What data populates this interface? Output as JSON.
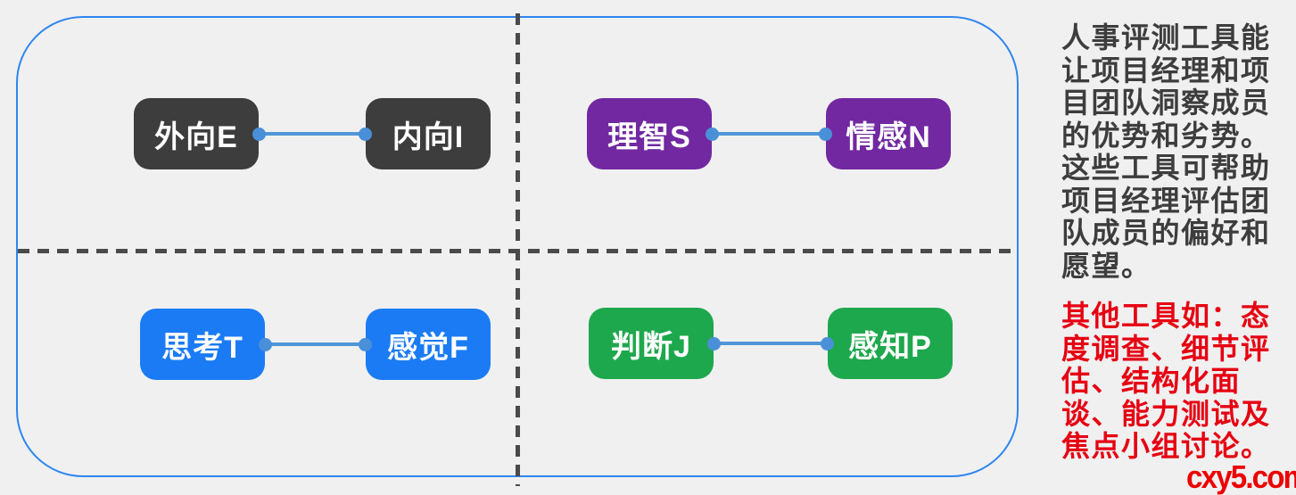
{
  "diagram": {
    "type": "mbti-dimension-quadrants",
    "quadrants": [
      {
        "id": "extraversion-introversion",
        "left": {
          "label": "外向E"
        },
        "right": {
          "label": "内向I"
        },
        "color": "#3d3d3d"
      },
      {
        "id": "sensing-intuition",
        "left": {
          "label": "理智S"
        },
        "right": {
          "label": "情感N"
        },
        "color": "#7128a0"
      },
      {
        "id": "thinking-feeling",
        "left": {
          "label": "思考T"
        },
        "right": {
          "label": "感觉F"
        },
        "color": "#1b7bf5"
      },
      {
        "id": "judging-perceiving",
        "left": {
          "label": "判断J"
        },
        "right": {
          "label": "感知P"
        },
        "color": "#1ea84d"
      }
    ]
  },
  "sidebar": {
    "paragraph": "人事评测工具能让项目经理和项目团队洞察成员的优势和劣势。这些工具可帮助项目经理评估团队成员的偏好和愿望。",
    "highlight": "其他工具如：态度调查、细节评估、结构化面谈、能力测试及焦点小组讨论。"
  },
  "watermark": "cxy5.com",
  "colors": {
    "background": "#f0f0f0",
    "frame_border": "#2e86f0",
    "dashed_divider": "#4a4a4a",
    "connector_line": "#4f96d8",
    "connector_dot": "#4a90d8",
    "node_text": "#ffffff",
    "paragraph_text": "#3d3d3d",
    "highlight_text": "#e60012",
    "watermark_text": "#ec0000",
    "node_dark": "#3d3d3d",
    "node_purple": "#7128a0",
    "node_blue": "#1b7bf5",
    "node_green": "#1ea84d"
  }
}
